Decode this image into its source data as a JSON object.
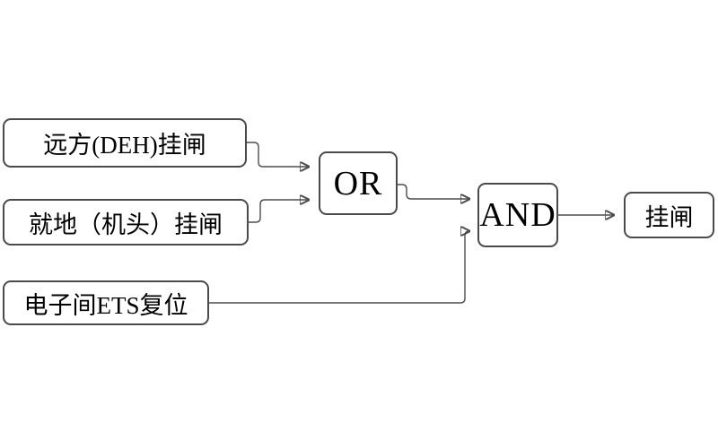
{
  "diagram": {
    "type": "logic-flow",
    "title": "latch (挂闸) logic diagram",
    "nodes": {
      "input_remote": {
        "label": "远方(DEH)挂闸",
        "role": "input"
      },
      "input_local": {
        "label": "就地（机头）挂闸",
        "role": "input"
      },
      "input_ets": {
        "label": "电子间ETS复位",
        "role": "input"
      },
      "gate_or": {
        "label": "OR",
        "role": "logic-gate"
      },
      "gate_and": {
        "label": "AND",
        "role": "logic-gate"
      },
      "output": {
        "label": "挂闸",
        "role": "output"
      }
    },
    "edges": [
      {
        "from": "input_remote",
        "to": "gate_or"
      },
      {
        "from": "input_local",
        "to": "gate_or"
      },
      {
        "from": "gate_or",
        "to": "gate_and"
      },
      {
        "from": "input_ets",
        "to": "gate_and"
      },
      {
        "from": "gate_and",
        "to": "output"
      }
    ],
    "colors": {
      "background": "#ffffff",
      "box_border": "#4a4a4a",
      "line": "#4d4d4d",
      "arrowhead": "#1a1a1a",
      "text": "#000000"
    }
  }
}
